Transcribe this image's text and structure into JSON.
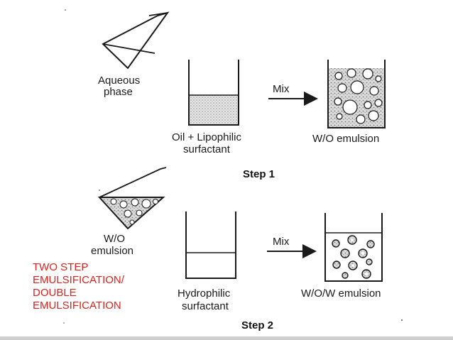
{
  "step1": {
    "aqueous_label_1": "Aqueous",
    "aqueous_label_2": "phase",
    "oil_label_1": "Oil + Lipophilic",
    "oil_label_2": "surfactant",
    "mix_label": "Mix",
    "result_label": "W/O emulsion",
    "step_label": "Step 1"
  },
  "step2": {
    "wo_label_1": "W/O",
    "wo_label_2": "emulsion",
    "hydro_label_1": "Hydrophilic",
    "hydro_label_2": "surfactant",
    "mix_label": "Mix",
    "result_label": "W/O/W emulsion",
    "step_label": "Step 2"
  },
  "caption": {
    "line1": "TWO STEP",
    "line2": "EMULSIFICATION/",
    "line3": "DOUBLE",
    "line4": "EMULSIFICATION"
  },
  "colors": {
    "ink": "#1a1a1a",
    "caption": "#e0201c",
    "oil_fill": "#d9d9d9"
  }
}
